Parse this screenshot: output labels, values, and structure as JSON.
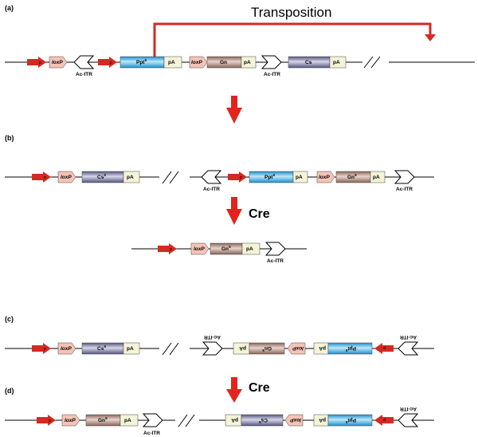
{
  "labels": {
    "panel_a": "(a)",
    "panel_b": "(b)",
    "panel_c": "(c)",
    "panel_d": "(d)",
    "transposition": "Transposition",
    "cre": "Cre",
    "p": "p",
    "loxp": "loxP",
    "ac_itr": "Ac-ITR",
    "pa": "pA",
    "ppt": "Ppt",
    "gn": "Gn",
    "cs": "Cs",
    "s": "s"
  },
  "colors": {
    "arrow_red": "#e3241d",
    "promoter_red": "#d42a22",
    "loxp_fill": "#f5c3b6",
    "pa_fill": "#f4f4d9",
    "ppt_fill": "#2aa9e0",
    "gn_fill": "#a37e73",
    "cs_fill": "#6f6e94"
  }
}
